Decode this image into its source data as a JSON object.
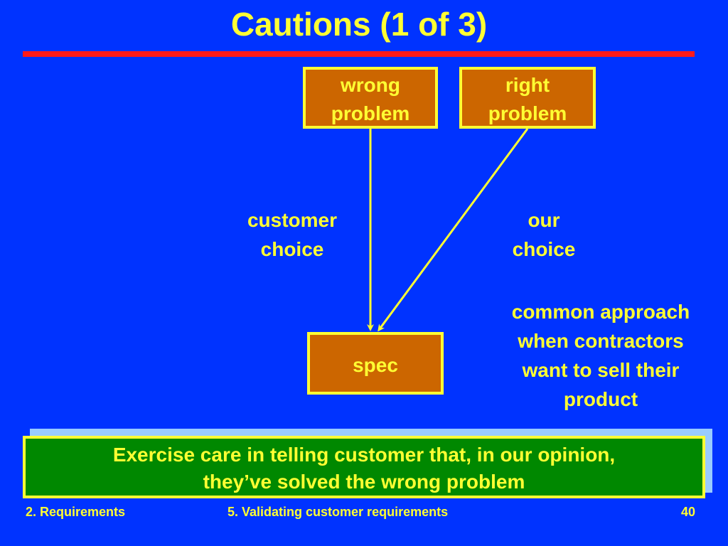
{
  "slide": {
    "title": "Cautions (1 of 3)",
    "colors": {
      "background": "#0033ff",
      "text": "#ffff33",
      "box_fill": "#cc6600",
      "rule": "#ff1a1a",
      "banner_fill": "#008800",
      "banner_shadow": "#99ccff",
      "arrow": "#ffff33"
    }
  },
  "diagram": {
    "wrong_box": {
      "line1": "wrong",
      "line2": "problem"
    },
    "right_box": {
      "line1": "right",
      "line2": "problem"
    },
    "spec_box": {
      "label": "spec"
    },
    "customer_choice": {
      "line1": "customer",
      "line2": "choice"
    },
    "our_choice": {
      "line1": "our",
      "line2": "choice"
    },
    "common_approach": {
      "line1": "common approach",
      "line2": "when contractors",
      "line3": "want to sell their",
      "line4": "product"
    }
  },
  "banner": {
    "line1": "Exercise care in telling customer that, in our opinion,",
    "line2": "they’ve solved the wrong problem"
  },
  "footer": {
    "section": "2. Requirements",
    "topic": "5. Validating customer requirements",
    "page": "40"
  }
}
